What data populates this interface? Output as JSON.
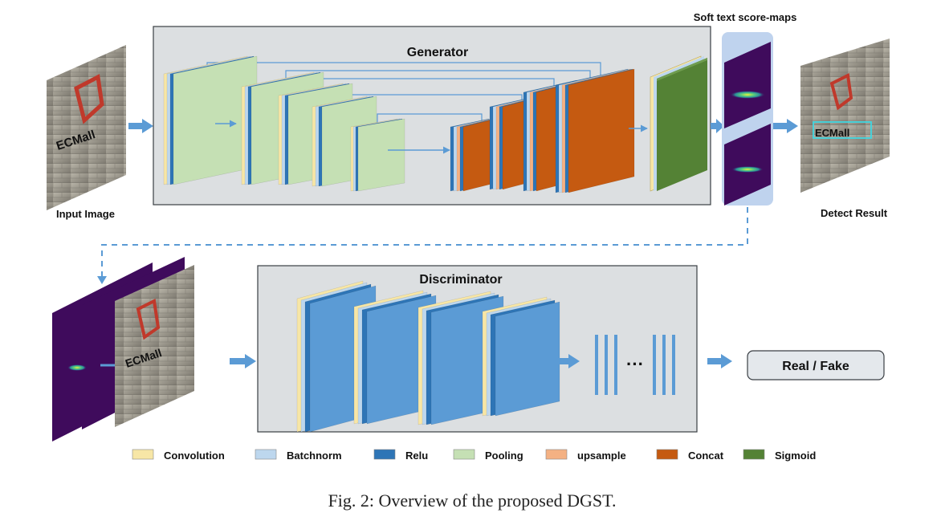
{
  "labels": {
    "generator": "Generator",
    "discriminator": "Discriminator",
    "input_image": "Input Image",
    "detect_result": "Detect Result",
    "score_maps": "Soft text score-maps",
    "real_fake": "Real / Fake",
    "ellipsis": "···",
    "sign_text": "ECMall",
    "caption": "Fig. 2: Overview of the proposed DGST."
  },
  "legend": [
    {
      "label": "Convolution",
      "color": "#f7e6a6"
    },
    {
      "label": "Batchnorm",
      "color": "#bdd7ee"
    },
    {
      "label": "Relu",
      "color": "#2e75b6"
    },
    {
      "label": "Pooling",
      "color": "#c5e0b4"
    },
    {
      "label": "upsample",
      "color": "#f4b183"
    },
    {
      "label": "Concat",
      "color": "#c55a11"
    },
    {
      "label": "Sigmoid",
      "color": "#548235"
    }
  ],
  "colors": {
    "panel_bg": "#dcdfe1",
    "panel_border": "#3a3f44",
    "arrow": "#5b9bd5",
    "score_map_bg": "#3f0b5c",
    "score_strip": "#bfd3ee",
    "discriminator_layer": "#5b9bd5",
    "button_bg": "#e4e8ec"
  }
}
